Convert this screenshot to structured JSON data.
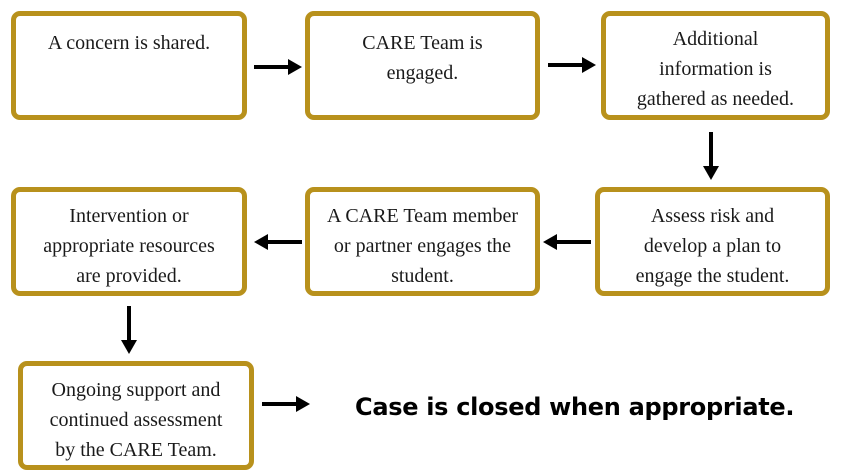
{
  "steps": [
    {
      "text": "A concern is shared."
    },
    {
      "text": "CARE Team is engaged."
    },
    {
      "text": "Additional information is gathered as needed."
    },
    {
      "text": "Assess risk and develop a plan to engage the student."
    },
    {
      "text": "A CARE Team member or partner engages the student."
    },
    {
      "text": "Intervention or appropriate resources are provided."
    },
    {
      "text": "Ongoing support and continued assessment by the CARE Team."
    }
  ],
  "lines": {
    "b2": [
      "CARE Team is",
      "engaged."
    ],
    "b3": [
      "Additional",
      "information is",
      "gathered as needed."
    ],
    "b4": [
      "Assess risk and",
      "develop a plan to",
      "engage the student."
    ],
    "b5": [
      "A CARE Team member",
      "or partner engages the",
      "student."
    ],
    "b6": [
      "Intervention or",
      "appropriate resources",
      "are provided."
    ],
    "b7": [
      "Ongoing support and",
      "continued assessment",
      "by the CARE Team."
    ]
  },
  "closing": {
    "text": "Case is closed when appropriate."
  },
  "colors": {
    "box_border": "#b8911c",
    "arrow": "#000000",
    "text": "#1a1a1a"
  }
}
